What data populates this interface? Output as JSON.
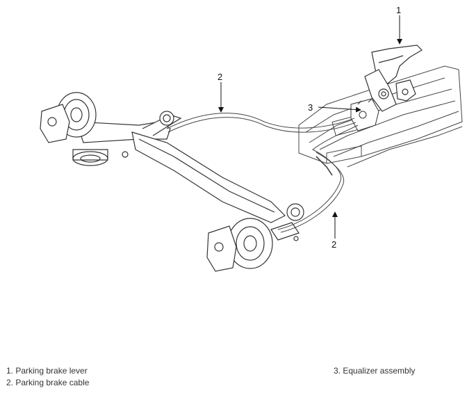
{
  "callouts": {
    "c1": "1",
    "c2_top": "2",
    "c2_bottom": "2",
    "c3": "3"
  },
  "legend": {
    "item1": "1. Parking brake lever",
    "item2": "2. Parking brake cable",
    "item3": "3. Equalizer assembly"
  }
}
